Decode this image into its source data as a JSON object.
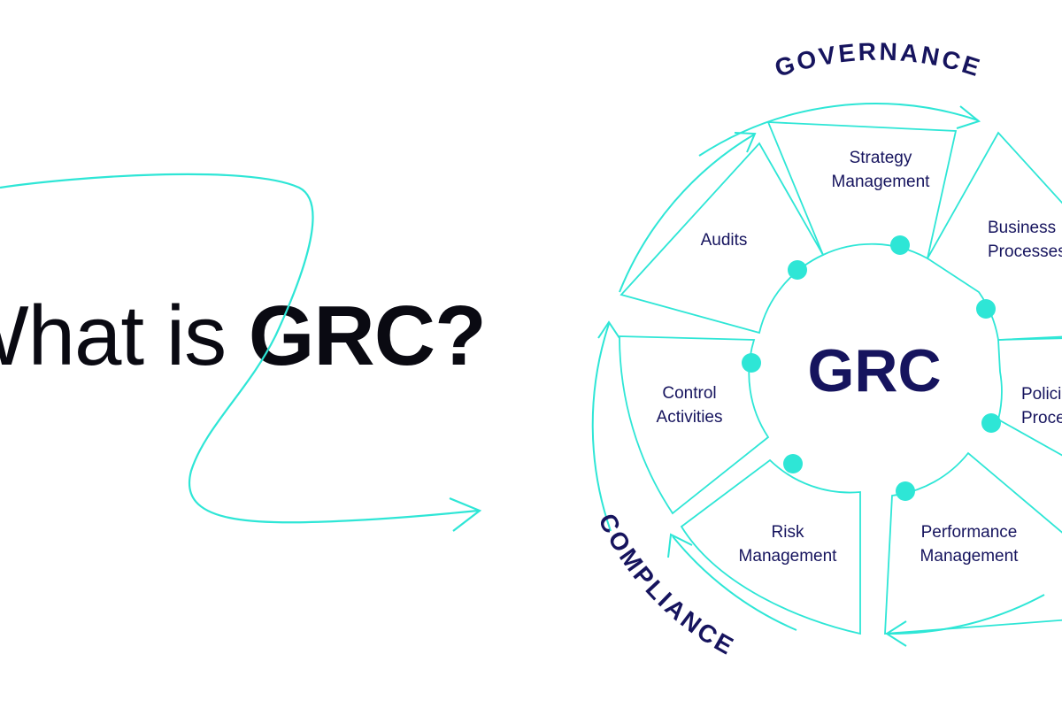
{
  "headline": {
    "prefix": "What is ",
    "emphasis": "GRC?"
  },
  "diagram": {
    "center": "GRC",
    "arc_labels": {
      "top": "GOVERNANCE",
      "bottom_left": "COMPLIANCE"
    },
    "segments": [
      {
        "id": "strategy",
        "lines": [
          "Strategy",
          "Management"
        ]
      },
      {
        "id": "business",
        "lines": [
          "Business",
          "Processes"
        ]
      },
      {
        "id": "policies",
        "lines": [
          "Policies",
          "Procedures"
        ]
      },
      {
        "id": "performance",
        "lines": [
          "Performance",
          "Management"
        ]
      },
      {
        "id": "risk",
        "lines": [
          "Risk",
          "Management"
        ]
      },
      {
        "id": "control",
        "lines": [
          "Control",
          "Activities"
        ]
      },
      {
        "id": "audits",
        "lines": [
          "Audits"
        ]
      }
    ]
  },
  "colors": {
    "accent": "#2ee6d6",
    "text_dark": "#16145e",
    "headline": "#0a0a12",
    "background": "#ffffff"
  }
}
